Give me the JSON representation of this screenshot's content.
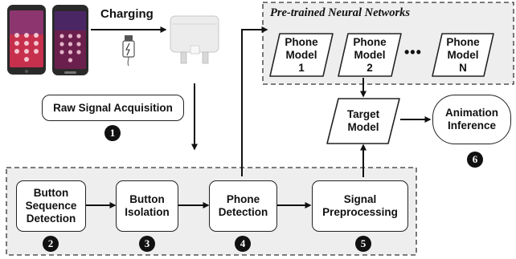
{
  "charging_label": "Charging",
  "raw_signal_label": "Raw Signal Acquisition",
  "pretrained_title": "Pre-trained Neural Networks",
  "phone_models": [
    {
      "label": "Phone\nModel\n1"
    },
    {
      "label": "Phone\nModel\n2"
    },
    {
      "label": "Phone\nModel\nN"
    }
  ],
  "ellipsis": "•••",
  "target_model_label": "Target\nModel",
  "animation_inference_label": "Animation\nInference",
  "pipeline_steps": [
    {
      "label": "Button\nSequence\nDetection",
      "number": "2"
    },
    {
      "label": "Button\nIsolation",
      "number": "3"
    },
    {
      "label": "Phone\nDetection",
      "number": "4"
    },
    {
      "label": "Signal\nPreprocessing",
      "number": "5"
    }
  ],
  "step_numbers": {
    "raw_signal": "1",
    "animation": "6"
  },
  "colors": {
    "ink": "#111111",
    "dashed_bg": "#eeeeee",
    "phone_body": "#2a2a2a",
    "screen_pink": "#c7304d",
    "screen_violet": "#5d3a8c",
    "charger": "#e6e6e6"
  },
  "icons": [
    "phone-icon",
    "charger-icon",
    "usb-cable-icon"
  ]
}
